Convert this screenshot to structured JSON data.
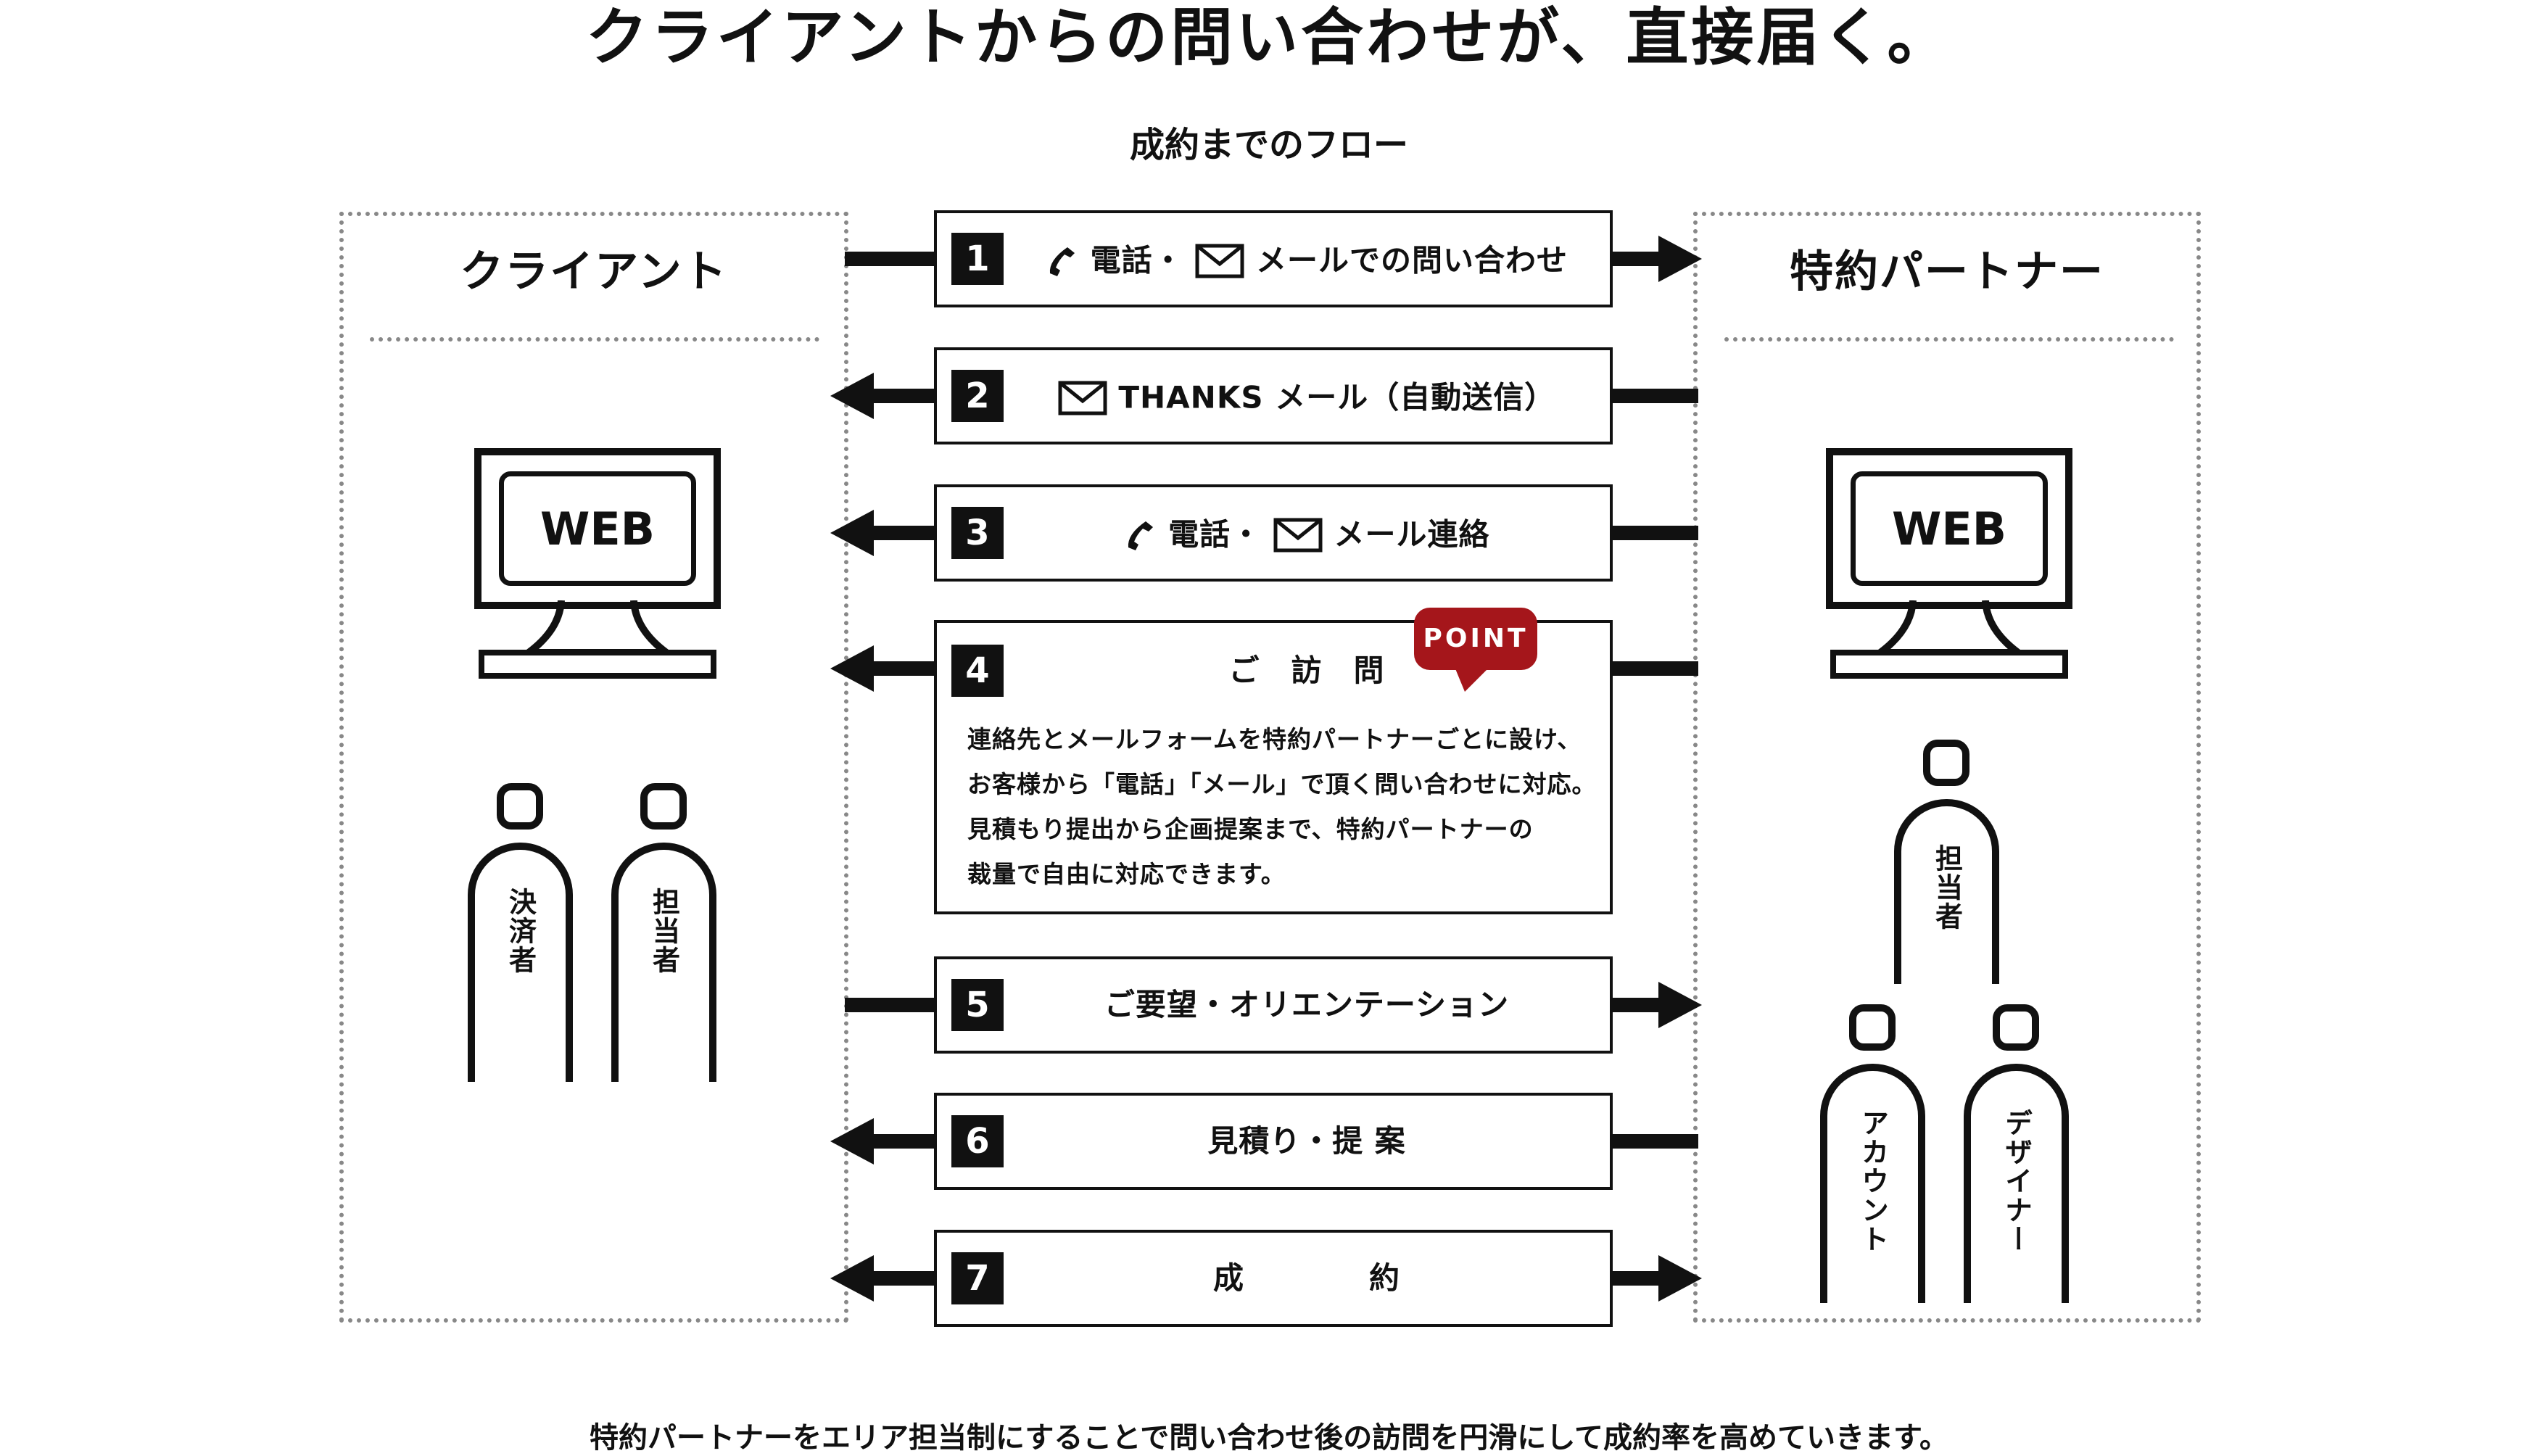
{
  "headline": "クライアントからの問い合わせが、直接届く。",
  "subtitle": "成約までのフロー",
  "footer": "特約パートナーをエリア担当制にすることで問い合わせ後の訪問を円滑にして成約率を高めていきます。",
  "client": {
    "title": "クライアント",
    "monitor_label": "WEB",
    "people": [
      "決済者",
      "担当者"
    ]
  },
  "partner": {
    "title": "特約パートナー",
    "monitor_label": "WEB",
    "people": [
      "担当者",
      "アカウント",
      "デザイナー"
    ]
  },
  "steps": [
    {
      "num": "1",
      "icons": [
        "phone-icon",
        "mail-icon"
      ],
      "label": "電話・",
      "label2": "メールでの問い合わせ",
      "direction": "right"
    },
    {
      "num": "2",
      "icons": [
        "mail-icon"
      ],
      "label": "THANKS メール（自動送信）",
      "direction": "left"
    },
    {
      "num": "3",
      "icons": [
        "phone-icon",
        "mail-icon"
      ],
      "label": "電話・",
      "label2": "メール連絡",
      "direction": "left"
    },
    {
      "num": "4",
      "label": "ご　訪　問",
      "direction": "left",
      "badge": "POINT",
      "description": [
        "連絡先とメールフォームを特約パートナーごとに設け、",
        "お客様から「電話」「メール」で頂く問い合わせに対応。",
        "見積もり提出から企画提案まで、特約パートナーの",
        "裁量で自由に対応できます。"
      ]
    },
    {
      "num": "5",
      "label": "ご要望・オリエンテーション",
      "direction": "right"
    },
    {
      "num": "6",
      "label": "見積り・提 案",
      "direction": "left"
    },
    {
      "num": "7",
      "label": "成　　　　約",
      "direction": "both"
    }
  ],
  "colors": {
    "point_badge": "#a5161b",
    "line": "#111111",
    "panel_border": "#888888"
  }
}
